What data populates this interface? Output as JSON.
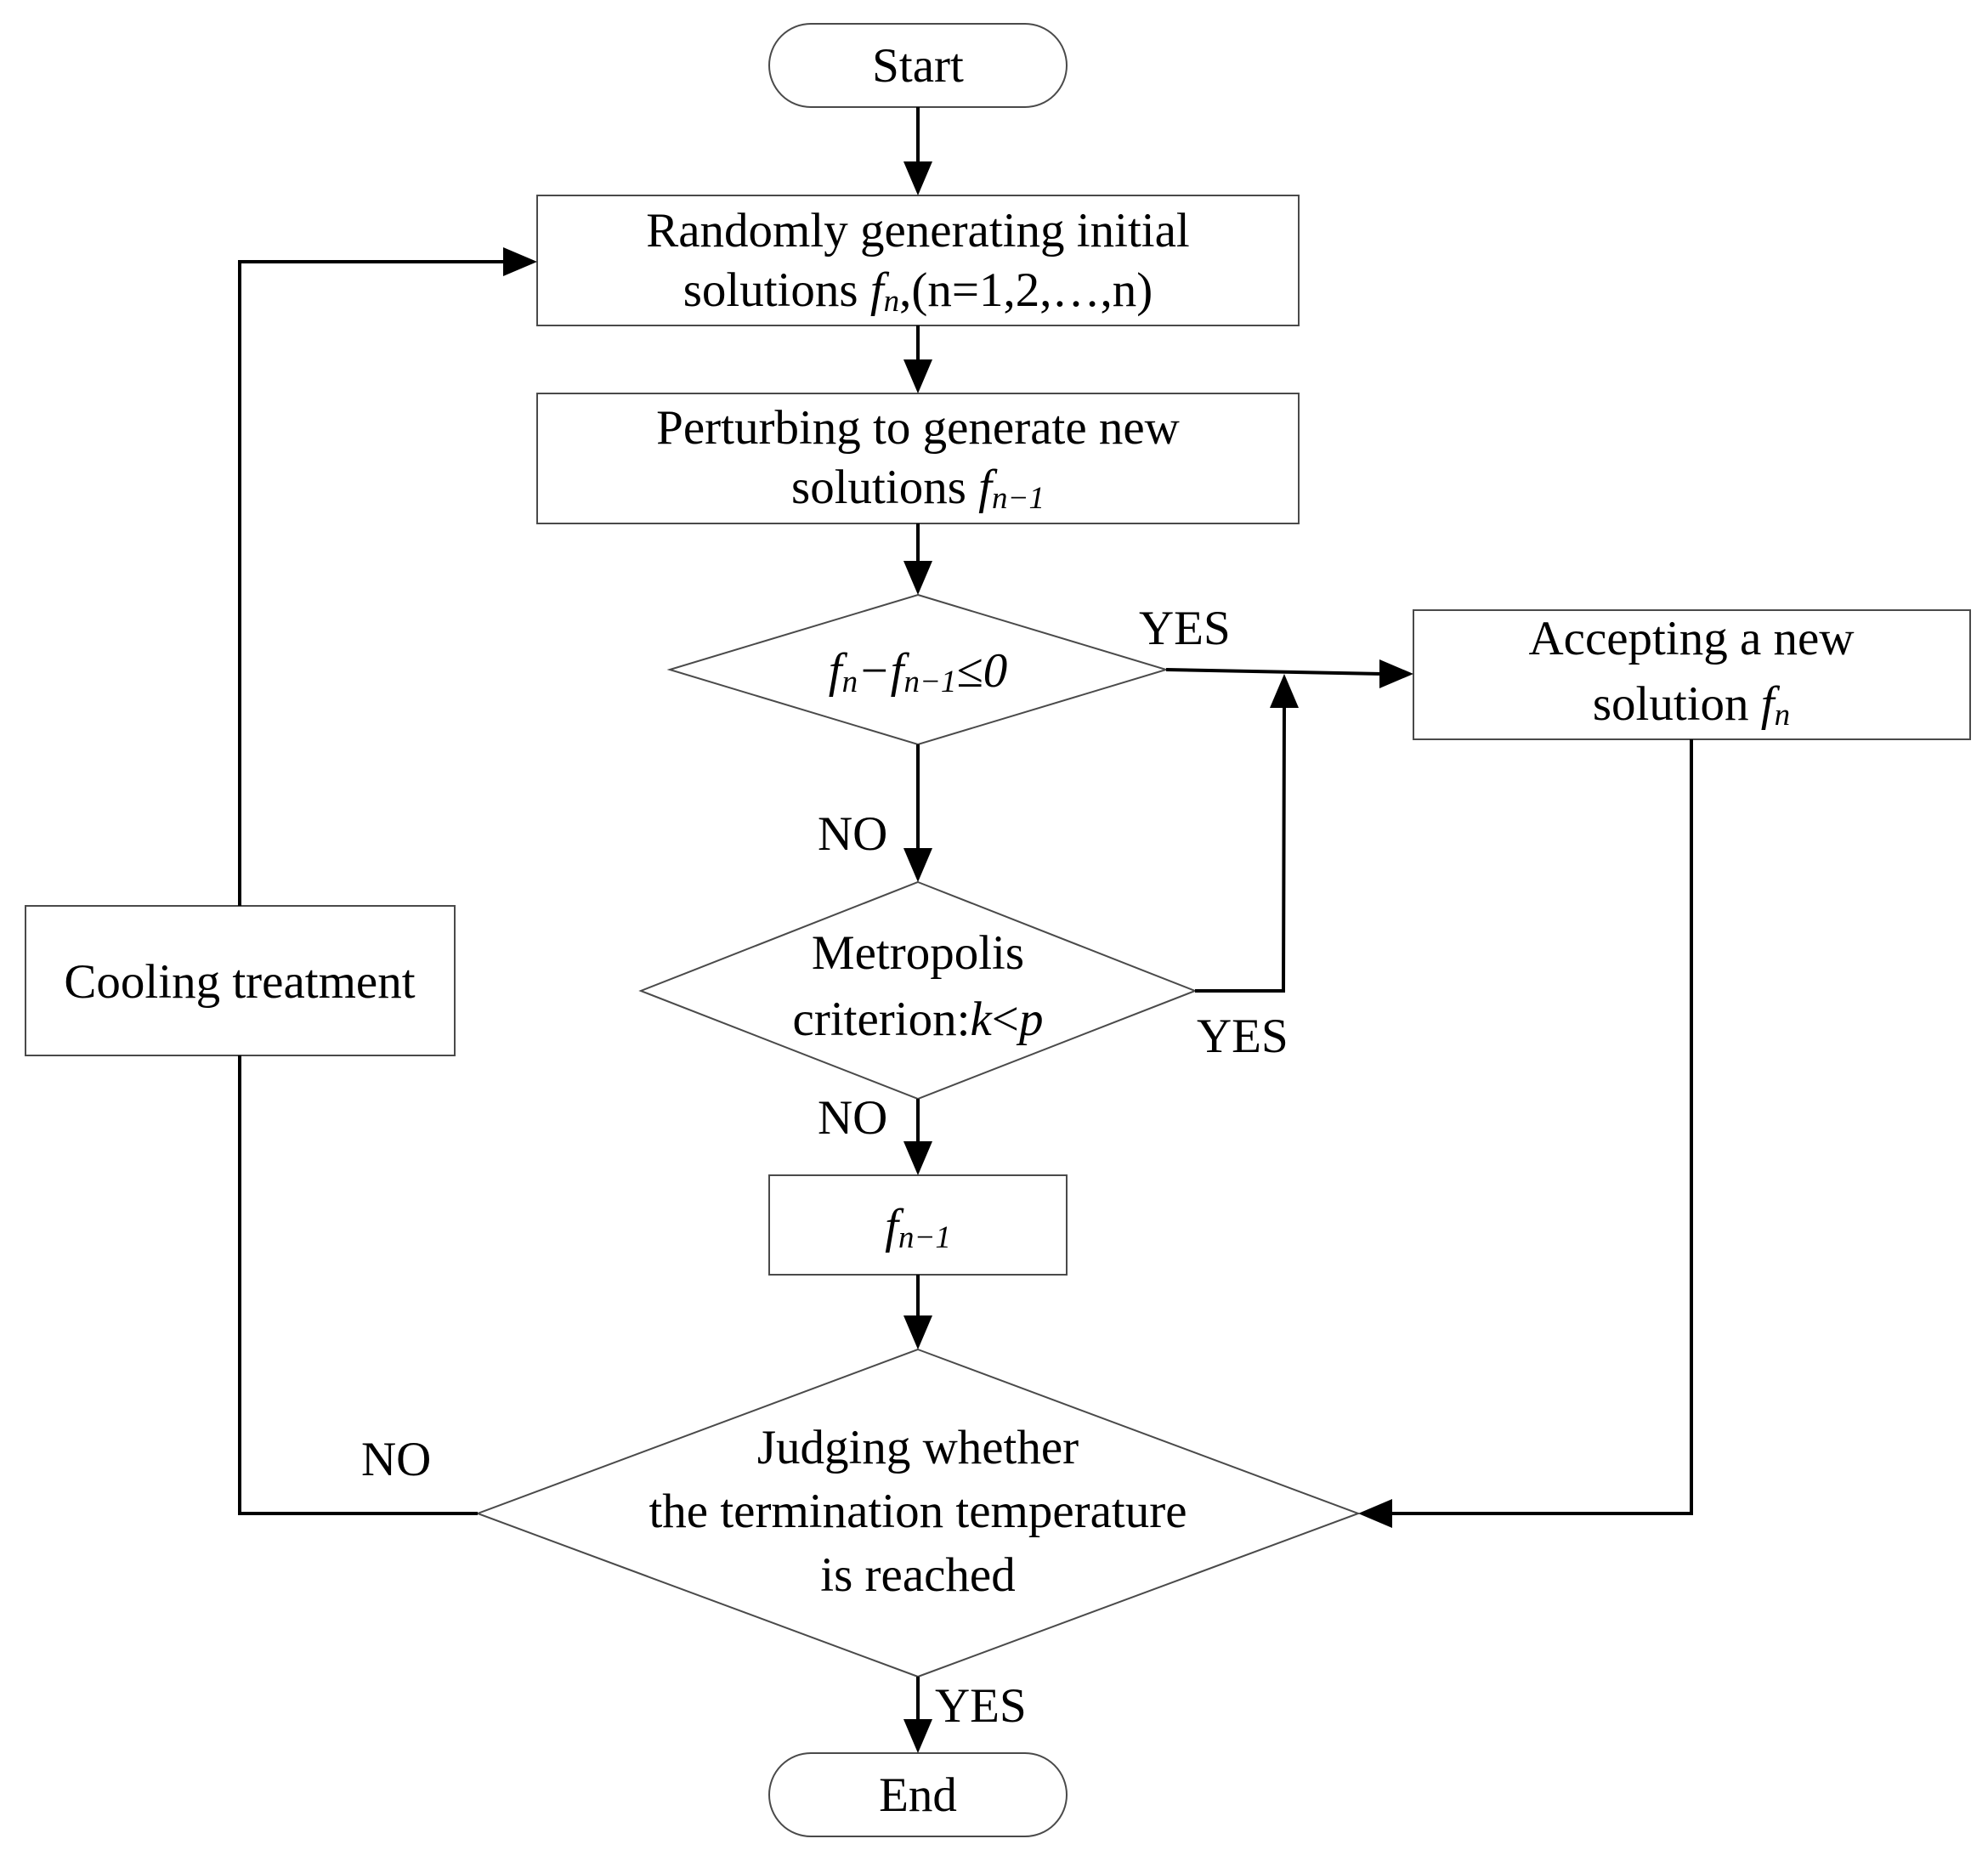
{
  "nodes": {
    "start": {
      "label": "Start"
    },
    "init": {
      "line1": "Randomly generating initial",
      "line2_pre": "solutions ",
      "line2_f": "f",
      "line2_sub": "n",
      "line2_post": ",(n=1,2,…,n)"
    },
    "perturb": {
      "line1": "Perturbing to generate new",
      "line2_pre": "solutions ",
      "line2_f": "f",
      "line2_sub": "n−1"
    },
    "decision1": {
      "f1": "f",
      "sub1": "n",
      "minus": "−",
      "f2": "f",
      "sub2": "n−1",
      "tail": "≤0"
    },
    "accept": {
      "line1": "Accepting a new",
      "line2_pre": "solution ",
      "line2_f": "f",
      "line2_sub": "n"
    },
    "metropolis": {
      "line1": "Metropolis",
      "line2_pre": "criterion:",
      "line2_k": "k",
      "line2_lt": "<",
      "line2_p": "p"
    },
    "keep": {
      "f": "f",
      "sub": "n−1"
    },
    "judge": {
      "line1": "Judging whether",
      "line2": "the termination temperature",
      "line3": "is reached"
    },
    "cooling": {
      "label": "Cooling treatment"
    },
    "end": {
      "label": "End"
    }
  },
  "edge_labels": {
    "d1_yes": "YES",
    "d1_no": "NO",
    "metro_yes": "YES",
    "metro_no": "NO",
    "judge_no": "NO",
    "judge_yes": "YES"
  },
  "colors": {
    "stroke": "#000000",
    "shape_border": "#4a4a4a",
    "background": "#ffffff"
  }
}
